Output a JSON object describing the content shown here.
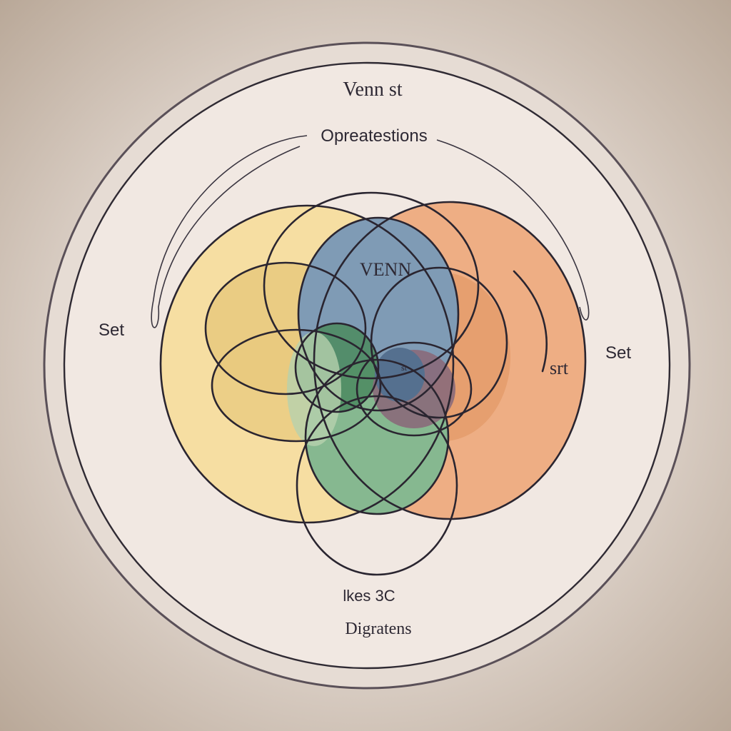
{
  "labels": {
    "top_title": "Venn st",
    "subtitle": "Opreatestions",
    "center": "VENN",
    "left_set": "Set",
    "right_set": "Set",
    "right_inner": "srt",
    "tiny_center": "st",
    "bottom_small": "lkes 3C",
    "bottom_title": "Digratens"
  },
  "colors": {
    "background_center": "#ece4dd",
    "background_edge": "#b9a898",
    "disk_fill": "#f1e8e2",
    "ring_stroke": "#5a5058",
    "yellow": "#f6dea2",
    "yellow_dark": "#e8c97e",
    "orange": "#eeae84",
    "orange_dark": "#e39a68",
    "blue": "#7f9bb5",
    "green": "#7fb388",
    "green_dark": "#4f8c63",
    "purple": "#8a6a7a",
    "navy": "#55708f",
    "outline": "#2a2530"
  },
  "icons": {}
}
